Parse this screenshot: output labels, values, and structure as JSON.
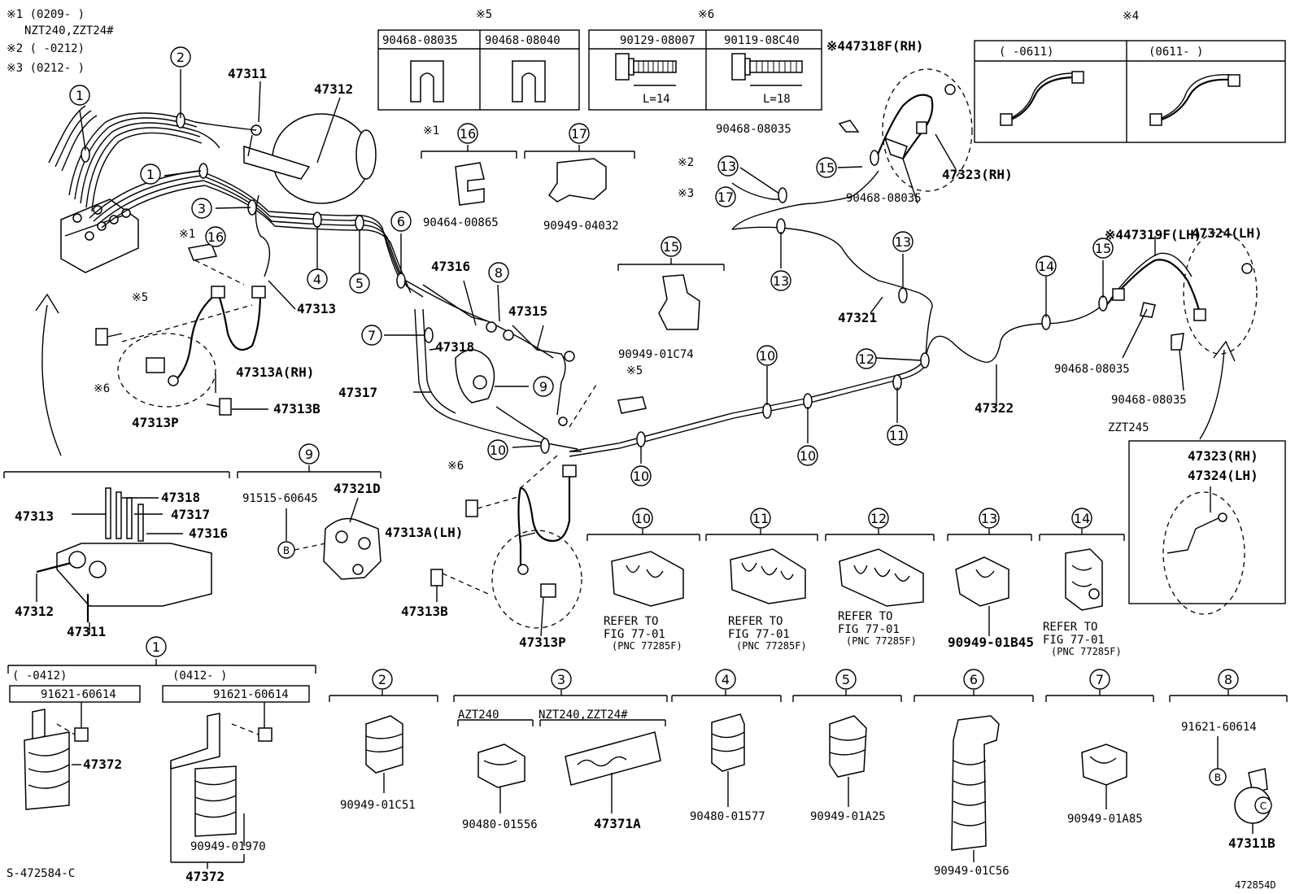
{
  "notes": {
    "n1_a": "※1 (0209-      )",
    "n1_b": "NZT240,ZZT24#",
    "n2": "※2 (      -0212)",
    "n3": "※3 (0212-      )"
  },
  "box5": {
    "mark": "※5",
    "col1": "90468-08035",
    "col2": "90468-08040"
  },
  "box6": {
    "mark": "※6",
    "col1": "90129-08007",
    "col2": "90119-08C40",
    "l1": "L=14",
    "l2": "L=18"
  },
  "box4": {
    "mark": "※4",
    "col1": "(      -0611)",
    "col2": "(0611-      )"
  },
  "callout_nums": [
    "1",
    "2",
    "3",
    "4",
    "5",
    "6",
    "7",
    "8",
    "9",
    "10",
    "11",
    "12",
    "13",
    "14",
    "15",
    "16",
    "17"
  ],
  "labels": {
    "p47311": "47311",
    "p47312": "47312",
    "p47313": "47313",
    "p47313A_RH": "47313A(RH)",
    "p47313B": "47313B",
    "p47313P": "47313P",
    "p47316": "47316",
    "p47315": "47315",
    "p47318": "47318",
    "p47317": "47317",
    "p47321": "47321",
    "p47322": "47322",
    "p47318F": "※447318F(RH)",
    "p47323RH": "47323(RH)",
    "p47319F": "※447319F(LH)",
    "p47324LH": "47324(LH)",
    "p90468_a": "90468-08035",
    "p90468_b": "90468-08035",
    "p90468_c": "90468-08035",
    "p90468_d": "90468-08035",
    "mark2": "※2",
    "mark3": "※3",
    "mark1a": "※1",
    "mark1b": "※1",
    "mark5": "※5",
    "mark5b": "※5",
    "mark6": "※6",
    "mark6b": "※6",
    "p90464": "90464-00865",
    "p90949_04032": "90949-04032",
    "p90949_01C74": "90949-01C74",
    "p47313A_LH": "47313A(LH)",
    "p47313B_2": "47313B",
    "p47313P_2": "47313P",
    "zzt245": "ZZT245",
    "zzt_rh": "47323(RH)",
    "zzt_lh": "47324(LH)"
  },
  "detail9": {
    "p91515": "91515-60645",
    "p47321D": "47321D",
    "b": "B"
  },
  "detail_abs": {
    "p47313": "47313",
    "p47318": "47318",
    "p47317": "47317",
    "p47316": "47316",
    "p47312": "47312",
    "p47311": "47311"
  },
  "clamps": {
    "c10": [
      "REFER TO",
      "FIG 77-01",
      "(PNC 77285F)"
    ],
    "c11": [
      "REFER TO",
      "FIG 77-01",
      "(PNC 77285F)"
    ],
    "c12": [
      "REFER TO",
      "FIG 77-01",
      "(PNC 77285F)"
    ],
    "c13": "90949-01B45",
    "c14": [
      "REFER TO",
      "FIG 77-01",
      "(PNC 77285F)"
    ]
  },
  "bottom": {
    "d1_left": "(      -0412)",
    "d1_right": "(0412-      )",
    "d1_bolt_l": "91621-60614",
    "d1_bolt_r": "91621-60614",
    "d1_47372a": "47372",
    "d1_90949": "90949-01970",
    "d1_47372b": "47372",
    "c2": "90949-01C51",
    "c3_azt": "AZT240",
    "c3_nzt": "NZT240,ZZT24#",
    "c3_a": "90480-01556",
    "c3_b": "47371A",
    "c4": "90480-01577",
    "c5": "90949-01A25",
    "c6": "90949-01C56",
    "c7": "90949-01A85",
    "c8_bolt": "91621-60614",
    "c8_part": "47311B",
    "c8_b": "B",
    "c8_c": "C"
  },
  "footer": {
    "left": "S-472584-C",
    "right": "472854D"
  }
}
